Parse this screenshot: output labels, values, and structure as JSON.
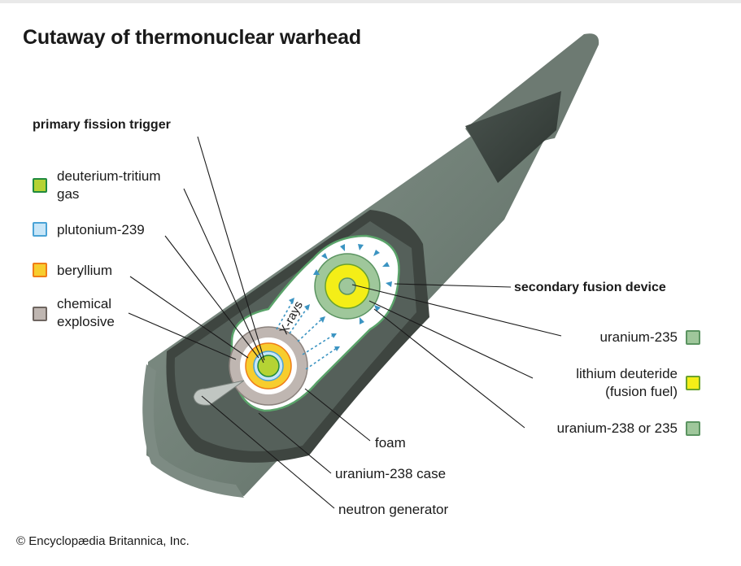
{
  "title": "Cutaway of thermonuclear warhead",
  "primary": {
    "heading": "primary fission trigger",
    "items": [
      {
        "label": "deuterium-tritium\ngas",
        "color": "#b5d334",
        "border": "#1f8a3e"
      },
      {
        "label": "plutonium-239",
        "color": "#c8e6f8",
        "border": "#4aa3d6"
      },
      {
        "label": "beryllium",
        "color": "#f7cd2e",
        "border": "#ef7d18"
      },
      {
        "label": "chemical\nexplosive",
        "color": "#bfb6b1",
        "border": "#6e6560"
      }
    ]
  },
  "secondary": {
    "heading": "secondary fusion device",
    "items": [
      {
        "label": "uranium-235",
        "color": "#9fc79b",
        "border": "#5b9461"
      },
      {
        "label": "lithium deuteride\n(fusion fuel)",
        "color": "#f4ee17",
        "border": "#6aa22e"
      },
      {
        "label": "uranium-238 or 235",
        "color": "#9fc79b",
        "border": "#5b9461"
      }
    ]
  },
  "bottom_labels": {
    "foam": "foam",
    "case": "uranium-238 case",
    "neutron": "neutron generator"
  },
  "xrays": "X-rays",
  "credit": "© Encyclopædia Britannica, Inc."
}
